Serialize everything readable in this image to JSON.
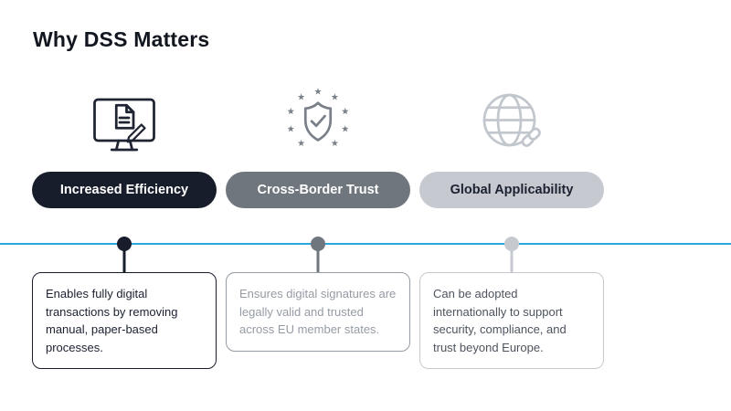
{
  "title": "Why DSS Matters",
  "colors": {
    "background": "#ffffff",
    "title_text": "#12161f",
    "timeline_blue": "#2ba7e0",
    "dark_accent": "#181d2c",
    "mid_gray_accent": "#70767e",
    "light_gray_accent": "#c6cad0"
  },
  "columns": [
    {
      "icon": "monitor-document-icon",
      "label": "Increased Efficiency",
      "description": "Enables fully digital transactions by removing manual, paper-based processes."
    },
    {
      "icon": "shield-stars-icon",
      "label": "Cross-Border Trust",
      "description": "Ensures digital signatures are legally valid and trusted across EU member states."
    },
    {
      "icon": "globe-link-icon",
      "label": "Global Applicability",
      "description": "Can be adopted internationally to support security, compliance, and trust beyond Europe."
    }
  ]
}
